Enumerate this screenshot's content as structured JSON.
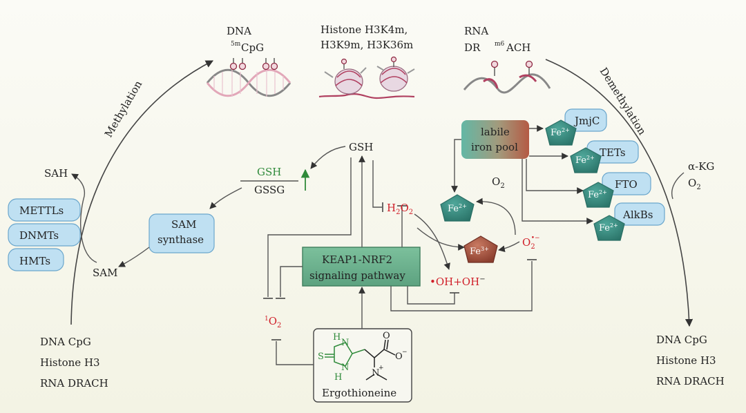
{
  "top": {
    "dna_title": "DNA",
    "dna_sup": "5m",
    "dna_sub": "CpG",
    "histone_line1": "Histone H3K4m,",
    "histone_line2": "H3K9m, H3K36m",
    "rna_title": "RNA",
    "rna_line2_a": "DR",
    "rna_sup": "m6",
    "rna_line2_b": "ACH"
  },
  "arcs": {
    "methylation": "Methylation",
    "demethylation": "Demethylation"
  },
  "left": {
    "sah": "SAH",
    "sam": "SAM",
    "enzymes": [
      "METTLs",
      "DNMTs",
      "HMTs"
    ],
    "sam_synthase_line1": "SAM",
    "sam_synthase_line2": "synthase",
    "gsh_ratio_top": "GSH",
    "gsh_ratio_bottom": "GSSG",
    "bottom_lines": [
      "DNA CpG",
      "Histone H3",
      "RNA DRACH"
    ]
  },
  "center": {
    "gsh": "GSH",
    "h2o2": "H",
    "h2o2_sub1": "2",
    "h2o2_mid": "O",
    "h2o2_sub2": "2",
    "keap1_line1": "KEAP1-NRF2",
    "keap1_line2": "signaling pathway",
    "oh": "•OH+OH",
    "oh_sup": "−",
    "singlet_sup": "1",
    "singlet_o": "O",
    "singlet_sub": "2",
    "ergothioneine": "Ergothioneine",
    "o2": "O",
    "o2_sub": "2",
    "superoxide": "O",
    "superoxide_sub": "2",
    "superoxide_sup": "•−"
  },
  "iron": {
    "pool_line1": "labile",
    "pool_line2": "iron pool",
    "fe2": "Fe",
    "fe2_sup": "2+",
    "fe3": "Fe",
    "fe3_sup": "3+"
  },
  "right": {
    "enzymes": [
      "JmjC",
      "TETs",
      "FTO",
      "AlkBs"
    ],
    "akg": "α-KG",
    "o2": "O",
    "o2_sub": "2",
    "bottom_lines": [
      "DNA CpG",
      "Histone H3",
      "RNA DRACH"
    ]
  },
  "molecule": {
    "S": "S",
    "H1": "H",
    "N1": "N",
    "H2": "H",
    "N2": "N",
    "O1": "O",
    "O2": "O",
    "O2_sup": "−",
    "N3": "N",
    "N3_sup": "+"
  },
  "colors": {
    "accent_red": "#d0202a",
    "accent_green": "#2f8a3a",
    "box_blue": "#bfe0f2",
    "box_green": "#74b594",
    "iron_teal": "#3b8f84",
    "iron_brown": "#b2574a"
  }
}
